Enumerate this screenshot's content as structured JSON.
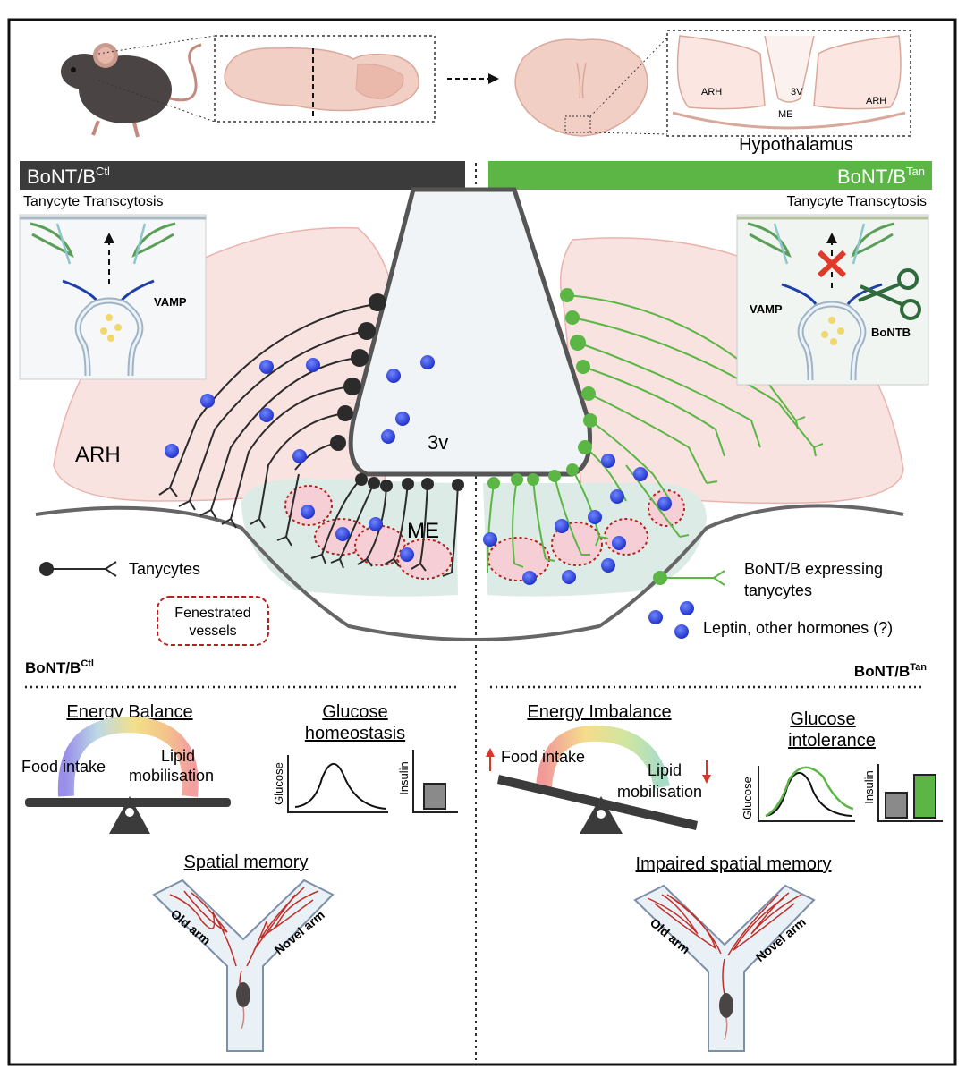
{
  "top": {
    "brain_labels": {
      "arh_left": "ARH",
      "v3": "3V",
      "arh_right": "ARH",
      "me": "ME"
    },
    "hypothalamus": "Hypothalamus"
  },
  "header": {
    "ctl": {
      "main": "BoNT/B",
      "sup": "Ctl"
    },
    "tan": {
      "main": "BoNT/B",
      "sup": "Tan"
    }
  },
  "insets": {
    "ctl": {
      "title": "Tanycyte Transcytosis",
      "vamp": "VAMP"
    },
    "tan": {
      "title": "Tanycyte Transcytosis",
      "vamp": "VAMP",
      "bontb": "BoNTB"
    }
  },
  "mid": {
    "arh": "ARH",
    "v3": "3v",
    "me": "ME"
  },
  "legend": {
    "tanycytes": "Tanycytes",
    "fenestrated_l1": "Fenestrated",
    "fenestrated_l2": "vessels",
    "bont_l1": "BoNT/B expressing",
    "bont_l2": "tanycytes",
    "hormones": "Leptin, other hormones (?)"
  },
  "section": {
    "ctl": {
      "main": "BoNT/B",
      "sup": "Ctl"
    },
    "tan": {
      "main": "BoNT/B",
      "sup": "Tan"
    }
  },
  "ctl_outcomes": {
    "energy": "Energy Balance",
    "food": "Food intake",
    "lipid_l1": "Lipid",
    "lipid_l2": "mobilisation",
    "glucose_l1": "Glucose",
    "glucose_l2": "homeostasis",
    "glucose_axis": "Glucose",
    "insulin_axis": "Insulin",
    "spatial": "Spatial memory",
    "old_arm": "Old arm",
    "novel_arm": "Novel arm"
  },
  "tan_outcomes": {
    "energy": "Energy Imbalance",
    "food": "Food intake",
    "lipid_l1": "Lipid",
    "lipid_l2": "mobilisation",
    "glucose_l1": "Glucose",
    "glucose_l2": "intolerance",
    "glucose_axis": "Glucose",
    "insulin_axis": "Insulin",
    "spatial": "Impaired spatial memory",
    "old_arm": "Old arm",
    "novel_arm": "Novel arm"
  },
  "colors": {
    "dark": "#3b3b3b",
    "green": "#5cb646",
    "arh_fill": "#f9e3e1",
    "me_fill": "#dcebe6",
    "vessel": "#b5211c",
    "hormone": "#2a3fd6",
    "ventricle": "#f1f4f6",
    "brain": "#f2cfc4"
  }
}
